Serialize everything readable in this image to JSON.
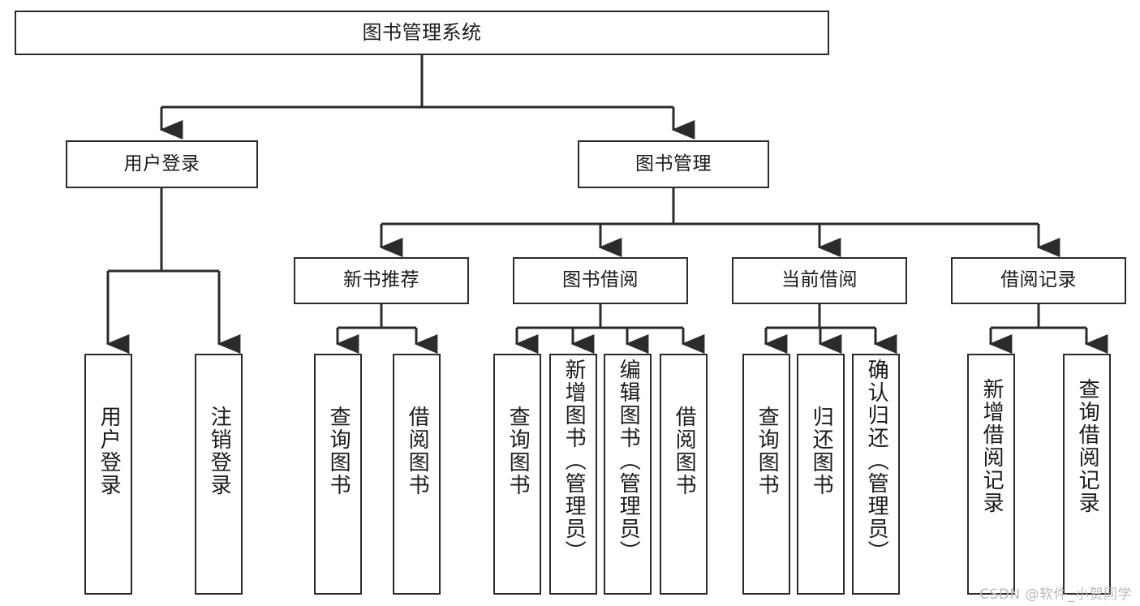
{
  "diagram": {
    "title": "图书管理系统",
    "type": "tree",
    "orientation": "top-down",
    "line_color": "#2b2b2b",
    "box_fill": "#ffffff",
    "text_color": "#1a1a1a",
    "nodes": {
      "root": {
        "label": "图书管理系统"
      },
      "level2": [
        {
          "id": "user-login",
          "label": "用户登录"
        },
        {
          "id": "book-manage",
          "label": "图书管理"
        }
      ],
      "level3": [
        {
          "id": "new-book-recommend",
          "label": "新书推荐"
        },
        {
          "id": "book-borrow",
          "label": "图书借阅"
        },
        {
          "id": "current-borrow",
          "label": "当前借阅"
        },
        {
          "id": "borrow-record",
          "label": "借阅记录"
        }
      ],
      "leaves": {
        "user_login": [
          {
            "id": "leaf-user-login",
            "label": "用户登录"
          },
          {
            "id": "leaf-logout",
            "label": "注销登录"
          }
        ],
        "new_book_recommend": [
          {
            "id": "leaf-query-book-1",
            "label": "查询图书"
          },
          {
            "id": "leaf-borrow-book-1",
            "label": "借阅图书"
          }
        ],
        "book_borrow": [
          {
            "id": "leaf-query-book-2",
            "label": "查询图书"
          },
          {
            "id": "leaf-add-book",
            "label": "新增图书（管理员）"
          },
          {
            "id": "leaf-edit-book",
            "label": "编辑图书（管理员）"
          },
          {
            "id": "leaf-borrow-book-2",
            "label": "借阅图书"
          }
        ],
        "current_borrow": [
          {
            "id": "leaf-query-book-3",
            "label": "查询图书"
          },
          {
            "id": "leaf-return-book",
            "label": "归还图书"
          },
          {
            "id": "leaf-confirm-return",
            "label": "确认归还（管理员）"
          }
        ],
        "borrow_record": [
          {
            "id": "leaf-add-record",
            "label": "新增借阅记录"
          },
          {
            "id": "leaf-query-record",
            "label": "查询借阅记录"
          }
        ]
      }
    }
  },
  "watermark": {
    "text": "CSDN @软件_小贺同学"
  }
}
